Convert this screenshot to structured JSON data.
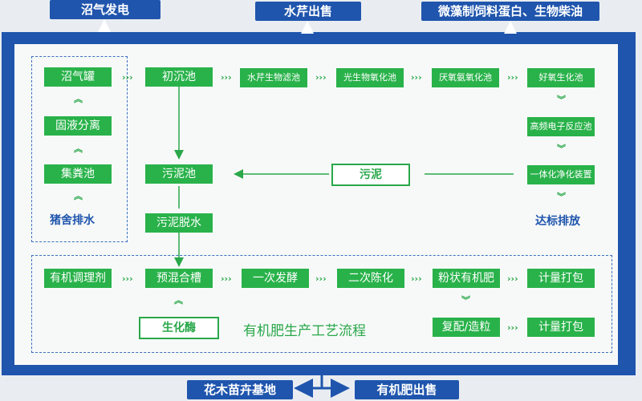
{
  "outputs_top": {
    "biogas_power": "沼气发电",
    "duckweed_sale": "水芹出售",
    "feed_protein": "微藻制饲料蛋白、生物柴油"
  },
  "outputs_bottom": {
    "nursery_base": "花木苗卉基地",
    "fertilizer_sale": "有机肥出售"
  },
  "nodes": {
    "biogas_tank": "沼气罐",
    "solid_liquid_sep": "固液分离",
    "manure_pit": "集粪池",
    "pig_wastewater": "猪舍排水",
    "primary_settling": "初沉池",
    "plant_filter": "水芹生物滤池",
    "photo_oxidation": "光生物氧化池",
    "anammox": "厌氧氨氧化池",
    "aerobic": "好氧生化池",
    "hv_electron": "高频电子反应池",
    "integrated_purify": "一体化净化装置",
    "discharge": "达标排放",
    "sludge_center": "污泥",
    "sludge_tank": "污泥池",
    "sludge_dewater": "污泥脱水",
    "organic_conditioner": "有机调理剂",
    "premix": "预混合槽",
    "primary_ferment": "一次发酵",
    "secondary_aging": "二次陈化",
    "powder_fertilizer": "粉状有机肥",
    "pack1": "计量打包",
    "biozyme": "生化酶",
    "compound_granulate": "复配/造粒",
    "pack2": "计量打包"
  },
  "process_title": "有机肥生产工艺流程",
  "colors": {
    "frame": "#1f55ad",
    "node_green": "#29b24a",
    "background": "#f7f9f8"
  }
}
